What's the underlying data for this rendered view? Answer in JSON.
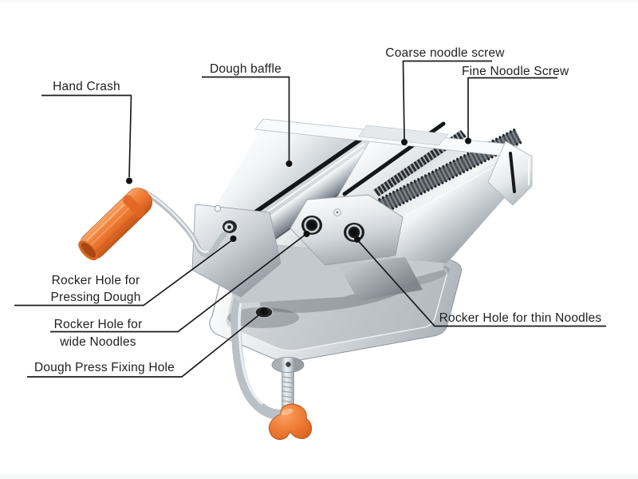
{
  "diagram": {
    "subject": "manual pasta noodle maker machine with hand crank and table clamp",
    "style": "labeled parts diagram on white background"
  },
  "colors": {
    "callout_line": "#1c1c1c",
    "label_text": "#1f1f1f",
    "handle_orange": "#ee7f3c",
    "wing_nut_orange": "#ef7c35",
    "chrome_light": "#f3f5f6",
    "chrome_dark": "#8c939b",
    "slot_black": "#15181b",
    "background": "#ffffff"
  },
  "labels": {
    "hand_crank": {
      "text": "Hand Crash"
    },
    "dough_baffle": {
      "text": "Dough baffle"
    },
    "coarse_noodle_screw": {
      "text": "Coarse noodle screw"
    },
    "fine_noodle_screw": {
      "text": "Fine Noodle Screw"
    },
    "rocker_pressing": {
      "line1": "Rocker Hole for",
      "line2": "Pressing Dough"
    },
    "rocker_wide": {
      "line1": "Rocker Hole for",
      "line2": "wide Noodles"
    },
    "dough_press_fixing_hole": {
      "text": "Dough Press Fixing Hole"
    },
    "rocker_thin": {
      "text": "Rocker Hole for thin Noodles"
    }
  }
}
